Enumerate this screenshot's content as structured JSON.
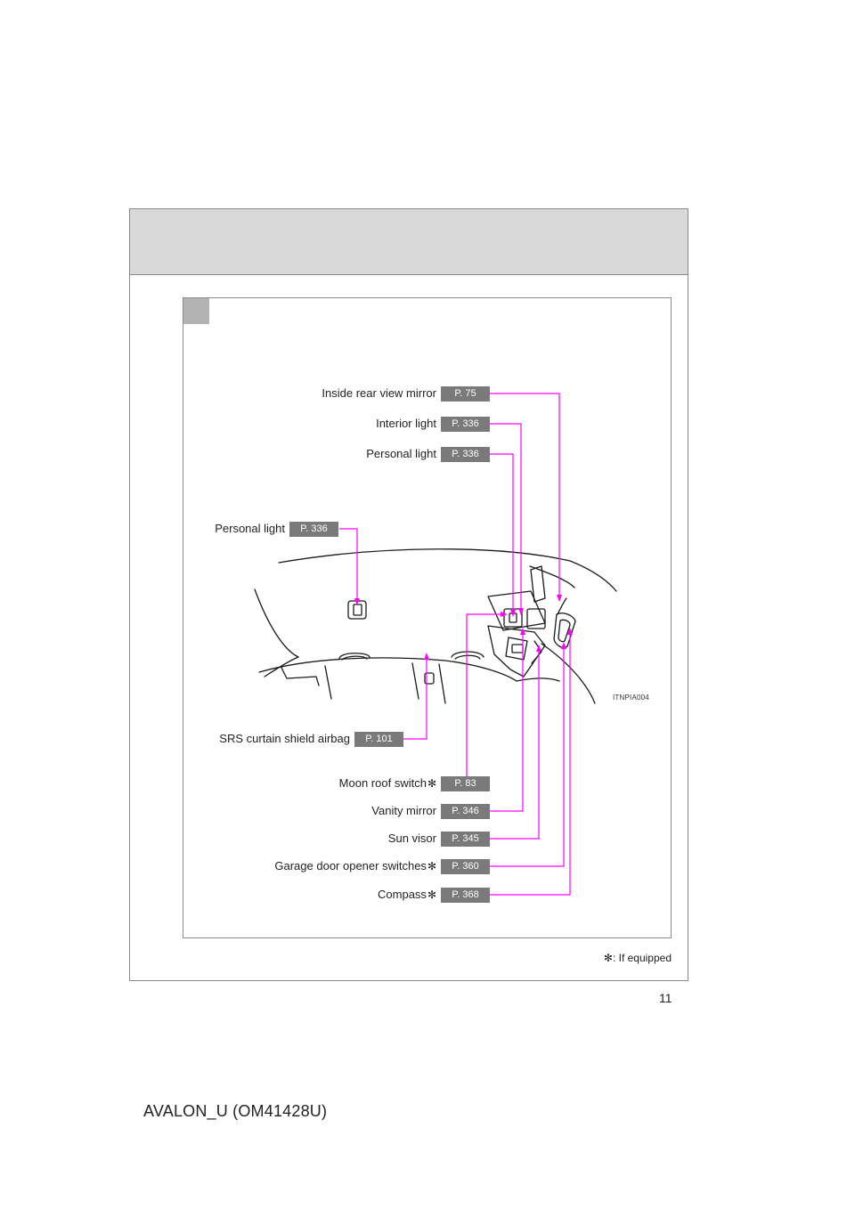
{
  "page": {
    "number": "11",
    "manual_code": "AVALON_U (OM41428U)"
  },
  "diagram": {
    "code": "ITNPIA004",
    "footnote": {
      "symbol": "✻",
      "text": ": If equipped"
    },
    "callouts": {
      "inside_rear_view_mirror": {
        "label": "Inside rear view mirror",
        "page": "P. 75"
      },
      "interior_light": {
        "label": "Interior light",
        "page": "P. 336"
      },
      "personal_light_front": {
        "label": "Personal light",
        "page": "P. 336"
      },
      "personal_light_rear": {
        "label": "Personal light",
        "page": "P. 336"
      },
      "srs_curtain_airbag": {
        "label": "SRS curtain shield airbag",
        "page": "P. 101"
      },
      "moon_roof_switch": {
        "label": "Moon roof switch",
        "star": "✻",
        "page": "P. 83"
      },
      "vanity_mirror": {
        "label": "Vanity mirror",
        "page": "P. 346"
      },
      "sun_visor": {
        "label": "Sun visor",
        "page": "P. 345"
      },
      "garage_door_opener": {
        "label": "Garage door opener switches",
        "star": "✻",
        "page": "P. 360"
      },
      "compass": {
        "label": "Compass",
        "star": "✻",
        "page": "P. 368"
      }
    },
    "colors": {
      "leader": "#ff00ff",
      "ref_box": "#7a7a7a",
      "header_band": "#d9d9d9"
    }
  }
}
